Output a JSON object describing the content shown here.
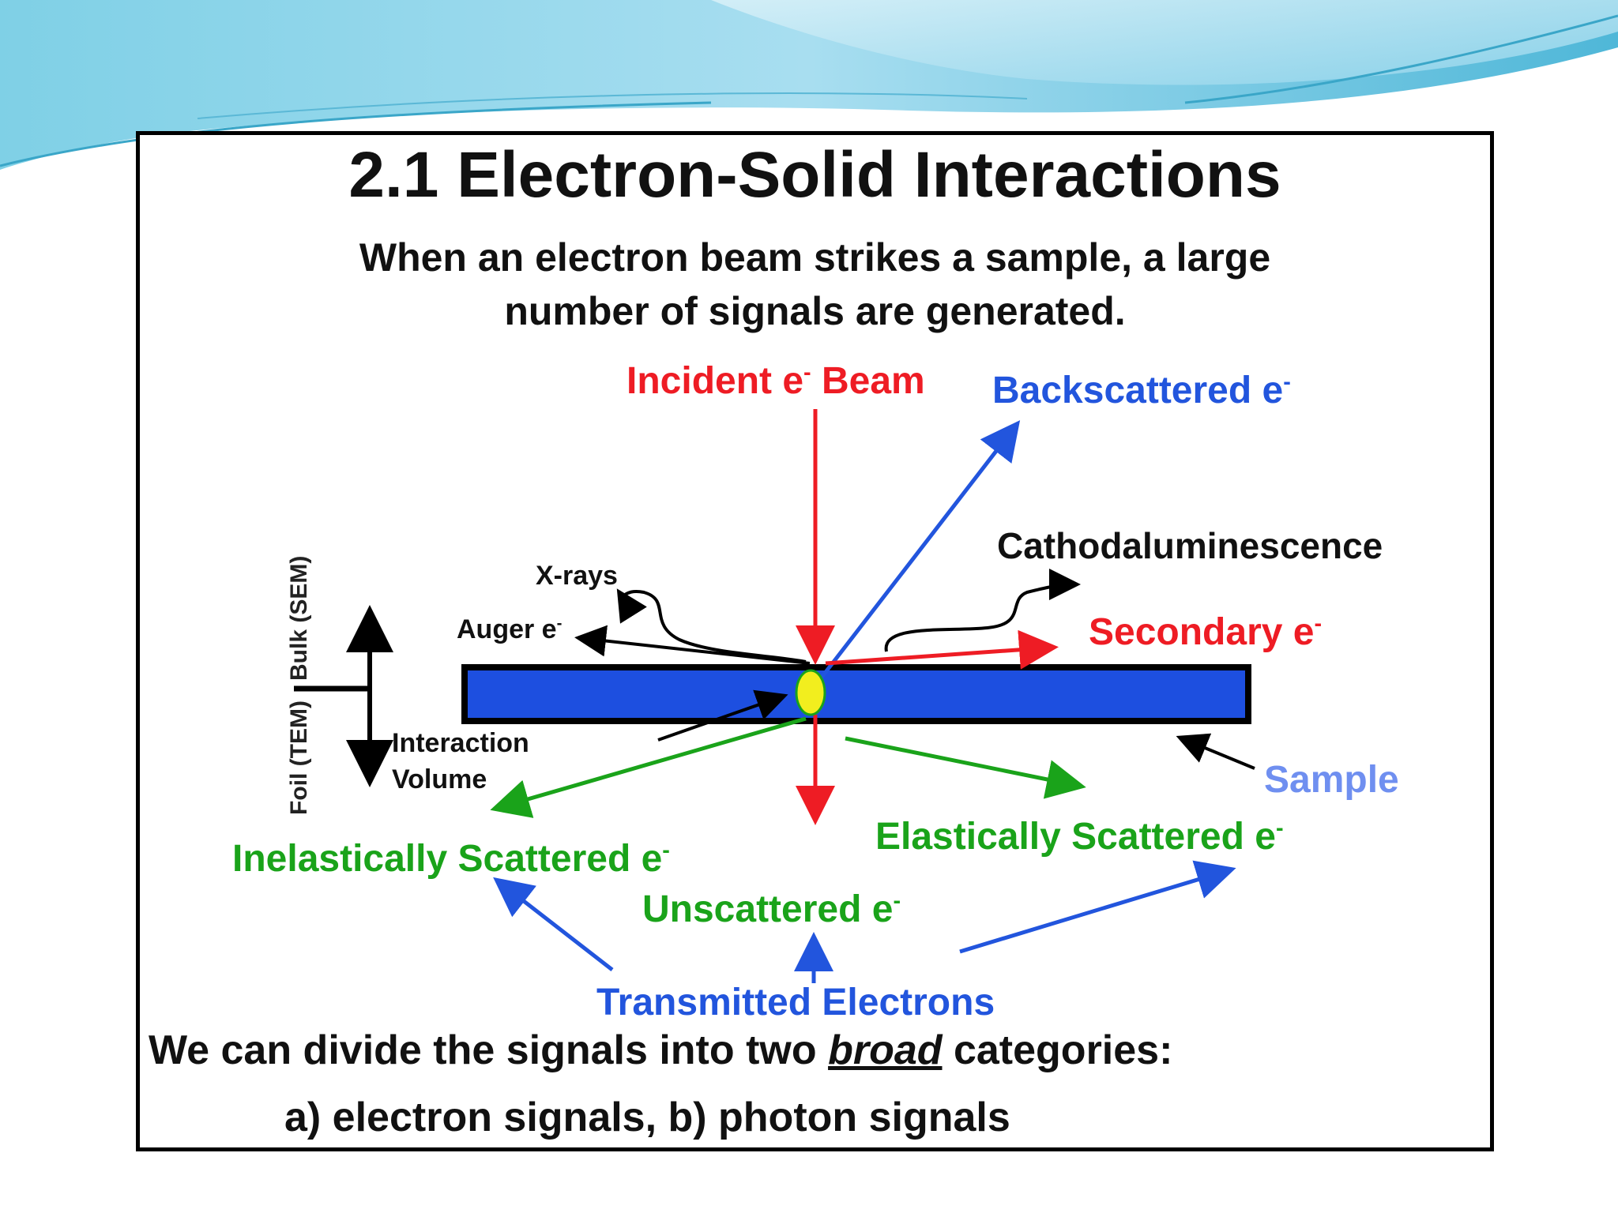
{
  "title": "2.1 Electron-Solid Interactions",
  "intro_line1": "When an electron beam strikes a sample, a large",
  "intro_line2": "number of signals are generated.",
  "labels": {
    "incident": "Incident e",
    "incident_sup": "-",
    "incident_tail": " Beam",
    "backscattered": "Backscattered e",
    "backscattered_sup": "-",
    "cathodoluminescence": "Cathodaluminescence",
    "xrays": "X-rays",
    "auger": "Auger e",
    "auger_sup": "-",
    "secondary": "Secondary e",
    "secondary_sup": "-",
    "interaction_volume_1": "Interaction",
    "interaction_volume_2": "Volume",
    "sample": "Sample",
    "elastic": "Elastically Scattered e",
    "elastic_sup": "-",
    "inelastic": "Inelastically Scattered e",
    "inelastic_sup": "-",
    "unscattered": "Unscattered e",
    "unscattered_sup": "-",
    "transmitted": "Transmitted Electrons",
    "bulk": "Bulk (SEM)",
    "foil": "Foil (TEM)"
  },
  "footer_pre": "We can divide the signals into two ",
  "footer_em": "broad",
  "footer_post": " categories:",
  "footer_line2": "a) electron signals, b) photon signals",
  "colors": {
    "red": "#ee1c24",
    "blue": "#2255dd",
    "green": "#1aa31a",
    "sample_fill": "#1d4fe0",
    "sample_label": "#6f8ff0",
    "volume": "#f2ee1e"
  }
}
